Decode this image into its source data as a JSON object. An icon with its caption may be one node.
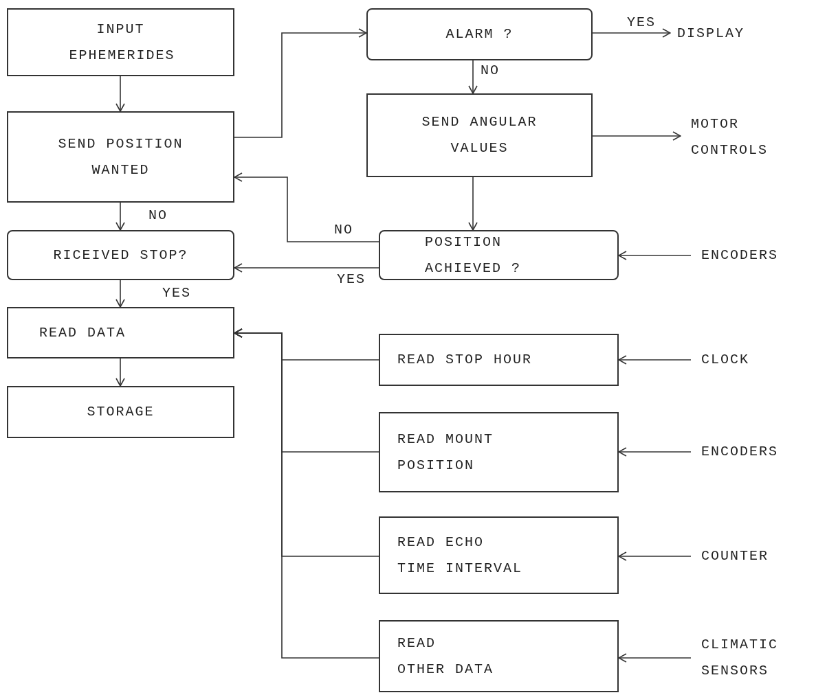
{
  "diagram": {
    "nodes": [
      {
        "text": [
          "INPUT EPHEMERIDES"
        ]
      },
      {
        "text": [
          "SEND POSITION WANTED"
        ]
      },
      {
        "text": [
          "RICEIVED STOP?"
        ]
      },
      {
        "text": [
          "READ DATA"
        ]
      },
      {
        "text": [
          "STORAGE"
        ]
      },
      {
        "text": [
          "ALARM ?"
        ]
      },
      {
        "text": [
          "DISPLAY"
        ]
      },
      {
        "text": [
          "SEND ANGULAR VALUES"
        ]
      },
      {
        "text": [
          "MOTOR CONTROLS"
        ]
      },
      {
        "text": [
          "POSITION ACHIEVED ?"
        ]
      },
      {
        "text": [
          "ENCODERS"
        ]
      },
      {
        "text": [
          "READ STOP HOUR"
        ]
      },
      {
        "text": [
          "CLOCK"
        ]
      },
      {
        "text": [
          "READ MOUNT POSITION"
        ]
      },
      {
        "text": [
          "ENCODERS"
        ]
      },
      {
        "text": [
          "READ ECHO TIME INTERVAL"
        ]
      },
      {
        "text": [
          "COUNTER"
        ]
      },
      {
        "text": [
          "READ",
          "OTHER DATA"
        ]
      },
      {
        "text": [
          "CLIMATIC SENSORS"
        ]
      }
    ],
    "edges": [
      {
        "from": 0,
        "to": 1,
        "arrow": "to"
      },
      {
        "from": 1,
        "to": 5,
        "arrow": "to"
      },
      {
        "from": 5,
        "to": 6,
        "arrow": "to",
        "label": "YES"
      },
      {
        "from": 5,
        "to": 7,
        "arrow": "to",
        "label": "NO"
      },
      {
        "from": 7,
        "to": 8,
        "arrow": "to"
      },
      {
        "from": 7,
        "to": 9,
        "arrow": "to"
      },
      {
        "from": 9,
        "to": 1,
        "arrow": "to",
        "label": "NO"
      },
      {
        "from": 9,
        "to": 2,
        "arrow": "to",
        "label": "YES"
      },
      {
        "from": 1,
        "to": 2,
        "arrow": "to",
        "label": "NO"
      },
      {
        "from": 2,
        "to": 3,
        "arrow": "to",
        "label": "YES"
      },
      {
        "from": 3,
        "to": 4,
        "arrow": "to"
      },
      {
        "from": 10,
        "to": 9,
        "arrow": "to"
      },
      {
        "from": 11,
        "to": 3,
        "arrow": "to"
      },
      {
        "from": 12,
        "to": 11,
        "arrow": "to"
      },
      {
        "from": 13,
        "to": 3,
        "arrow": "to"
      },
      {
        "from": 14,
        "to": 13,
        "arrow": "to"
      },
      {
        "from": 15,
        "to": 3,
        "arrow": "to"
      },
      {
        "from": 16,
        "to": 15,
        "arrow": "to"
      },
      {
        "from": 17,
        "to": 3,
        "arrow": "to"
      },
      {
        "from": 18,
        "to": 17,
        "arrow": "to"
      }
    ]
  }
}
